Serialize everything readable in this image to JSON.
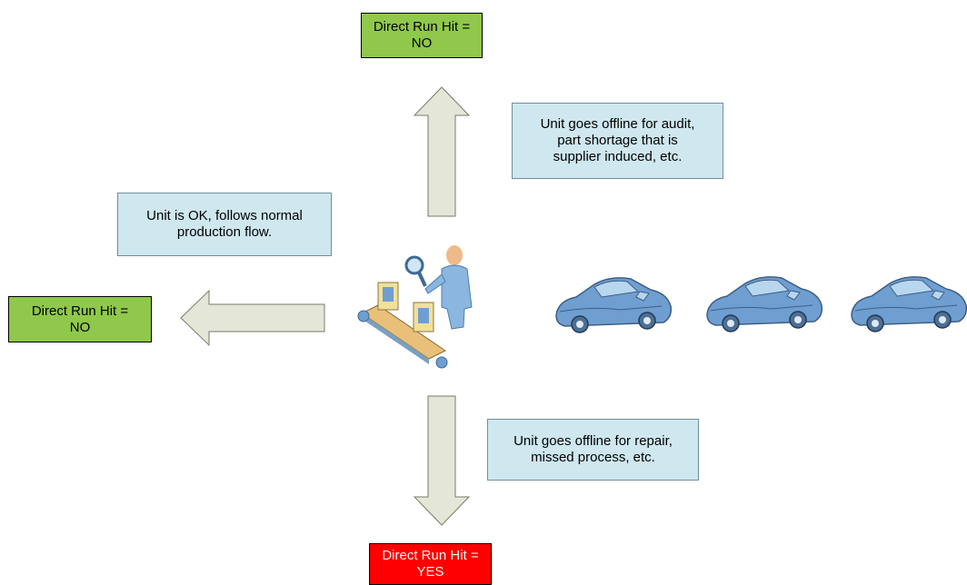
{
  "outcomes": {
    "top": "Direct Run Hit =\nNO",
    "left": "Direct Run Hit =\nNO",
    "bottom": "Direct Run Hit =\nYES"
  },
  "notes": {
    "audit": "Unit goes offline for audit,\npart shortage that is\nsupplier induced, etc.",
    "normal": "Unit is OK, follows normal\nproduction flow.",
    "repair": "Unit goes offline for repair,\nmissed process, etc."
  },
  "colors": {
    "no_box": "#8fc84a",
    "yes_box": "#ff0000",
    "note_box": "#cfe7ef",
    "arrow_fill": "#e4e6d8",
    "car_body": "#6f9ed0"
  },
  "icons": [
    "inspector-icon",
    "car-icon",
    "car-icon",
    "car-icon"
  ]
}
